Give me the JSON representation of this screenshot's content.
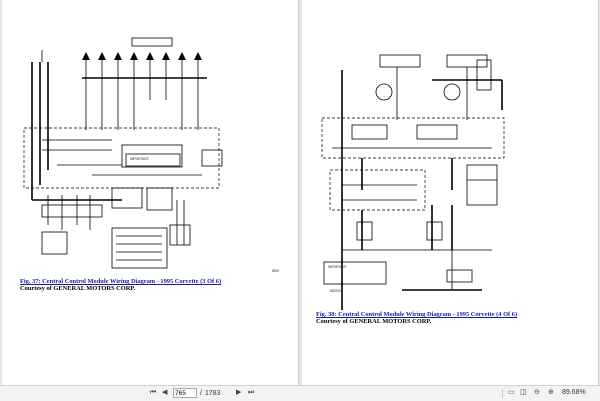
{
  "left_page": {
    "caption": {
      "figure_label": "Fig. 37: Central Control Module Wiring Diagram - 1995 Corvette (3 Of 6)",
      "credit": "Courtesy of GENERAL MOTORS CORP."
    },
    "note_title": "IMPORTANT:"
  },
  "right_page": {
    "caption": {
      "figure_label": "Fig. 38: Central Control Module Wiring Diagram - 1995 Corvette (4 Of 6)",
      "credit": "Courtesy of GENERAL MOTORS CORP."
    },
    "note_title": "IMPORTANT"
  },
  "toolbar": {
    "current_page": "765",
    "page_separator": "/",
    "total_pages": "1783",
    "zoom_level": "89.68%",
    "icons": [
      "first-page-icon",
      "previous-page-icon",
      "next-page-icon",
      "last-page-icon",
      "fit-page-icon",
      "two-page-icon",
      "zoom-out-icon",
      "zoom-in-icon"
    ]
  }
}
